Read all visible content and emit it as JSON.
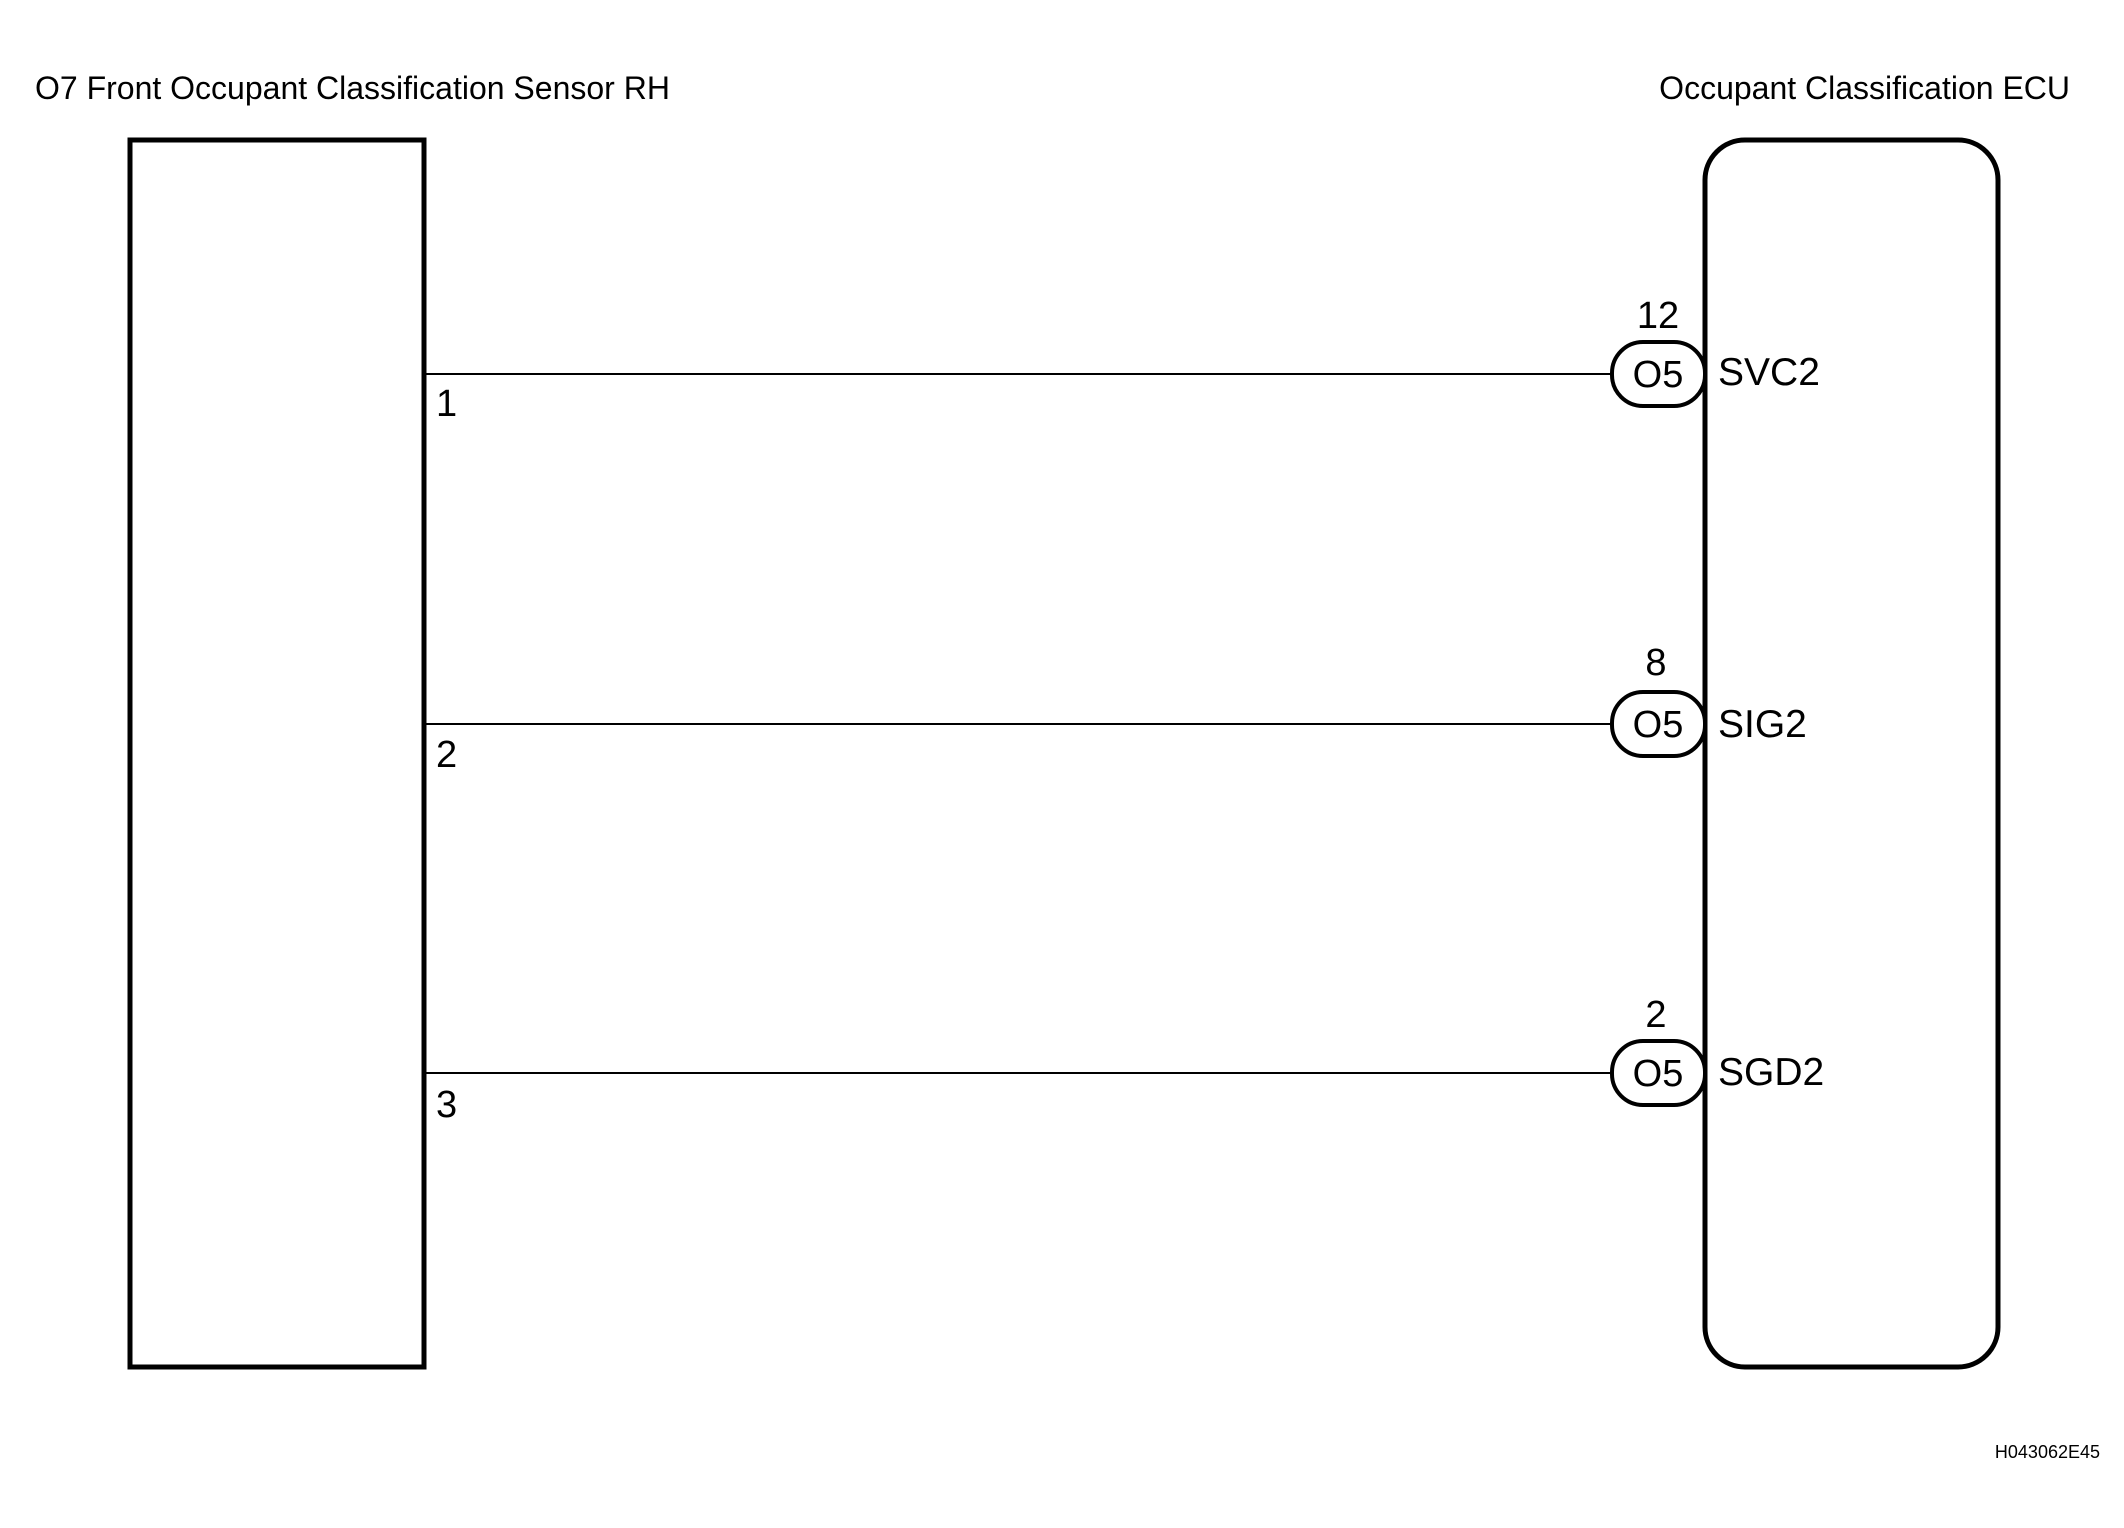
{
  "left_component": {
    "title": "O7  Front Occupant Classification Sensor RH"
  },
  "right_component": {
    "title": "Occupant Classification ECU"
  },
  "wires": [
    {
      "sensor_pin": "1",
      "connector": "O5",
      "ecu_pin": "12",
      "terminal": "SVC2"
    },
    {
      "sensor_pin": "2",
      "connector": "O5",
      "ecu_pin": "8",
      "terminal": "SIG2"
    },
    {
      "sensor_pin": "3",
      "connector": "O5",
      "ecu_pin": "2",
      "terminal": "SGD2"
    }
  ],
  "figure_code": "H043062E45"
}
